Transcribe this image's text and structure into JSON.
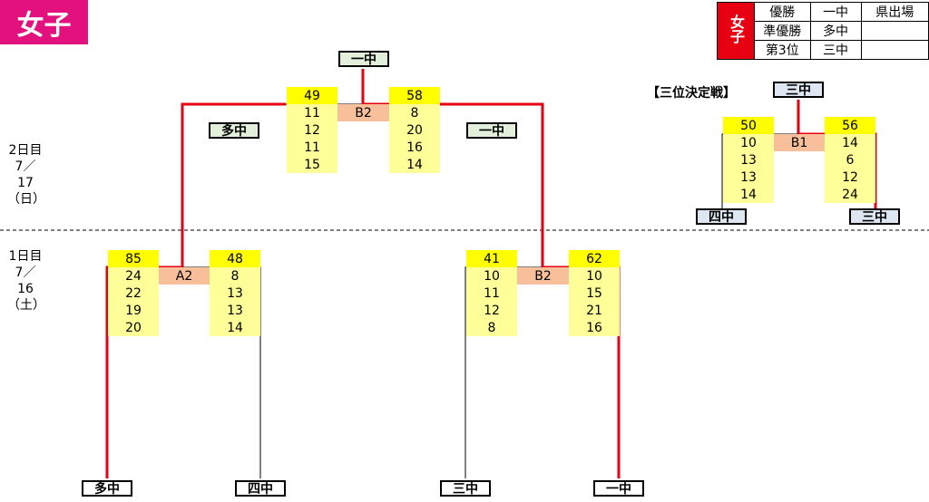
{
  "title": "女子",
  "legend": {
    "side_label": "女子",
    "rows": [
      {
        "label": "優勝",
        "team": "一中",
        "note": "県出場"
      },
      {
        "label": "準優勝",
        "team": "多中",
        "note": ""
      },
      {
        "label": "第3位",
        "team": "三中",
        "note": ""
      }
    ]
  },
  "days": {
    "day2": {
      "label": "2日目",
      "date": "7／17",
      "weekday": "（日）"
    },
    "day1": {
      "label": "1日目",
      "date": "7／16",
      "weekday": "（土）"
    }
  },
  "third_place_title": "【三位決定戦】",
  "teams": {
    "final_winner": "一中",
    "semi_left_winner": "多中",
    "semi_right_winner": "一中",
    "third_winner": "三中",
    "third_left": "四中",
    "third_right": "三中",
    "r1_1": "多中",
    "r1_2": "四中",
    "r1_3": "三中",
    "r1_4": "一中"
  },
  "matches": {
    "final": {
      "id": "B2",
      "left_total": "49",
      "left_sets": [
        "11",
        "12",
        "11",
        "15"
      ],
      "right_total": "58",
      "right_sets": [
        "8",
        "20",
        "16",
        "14"
      ]
    },
    "third": {
      "id": "B1",
      "left_total": "50",
      "left_sets": [
        "10",
        "13",
        "13",
        "14"
      ],
      "right_total": "56",
      "right_sets": [
        "14",
        "6",
        "12",
        "24"
      ]
    },
    "semi_a": {
      "id": "A2",
      "left_total": "85",
      "left_sets": [
        "24",
        "22",
        "19",
        "20"
      ],
      "right_total": "48",
      "right_sets": [
        "8",
        "13",
        "13",
        "14"
      ]
    },
    "semi_b": {
      "id": "B2",
      "left_total": "41",
      "left_sets": [
        "10",
        "11",
        "12",
        "8"
      ],
      "right_total": "62",
      "right_sets": [
        "10",
        "15",
        "21",
        "16"
      ]
    }
  },
  "colors": {
    "winner_line": "#e60012",
    "badge": "#e3117e"
  }
}
